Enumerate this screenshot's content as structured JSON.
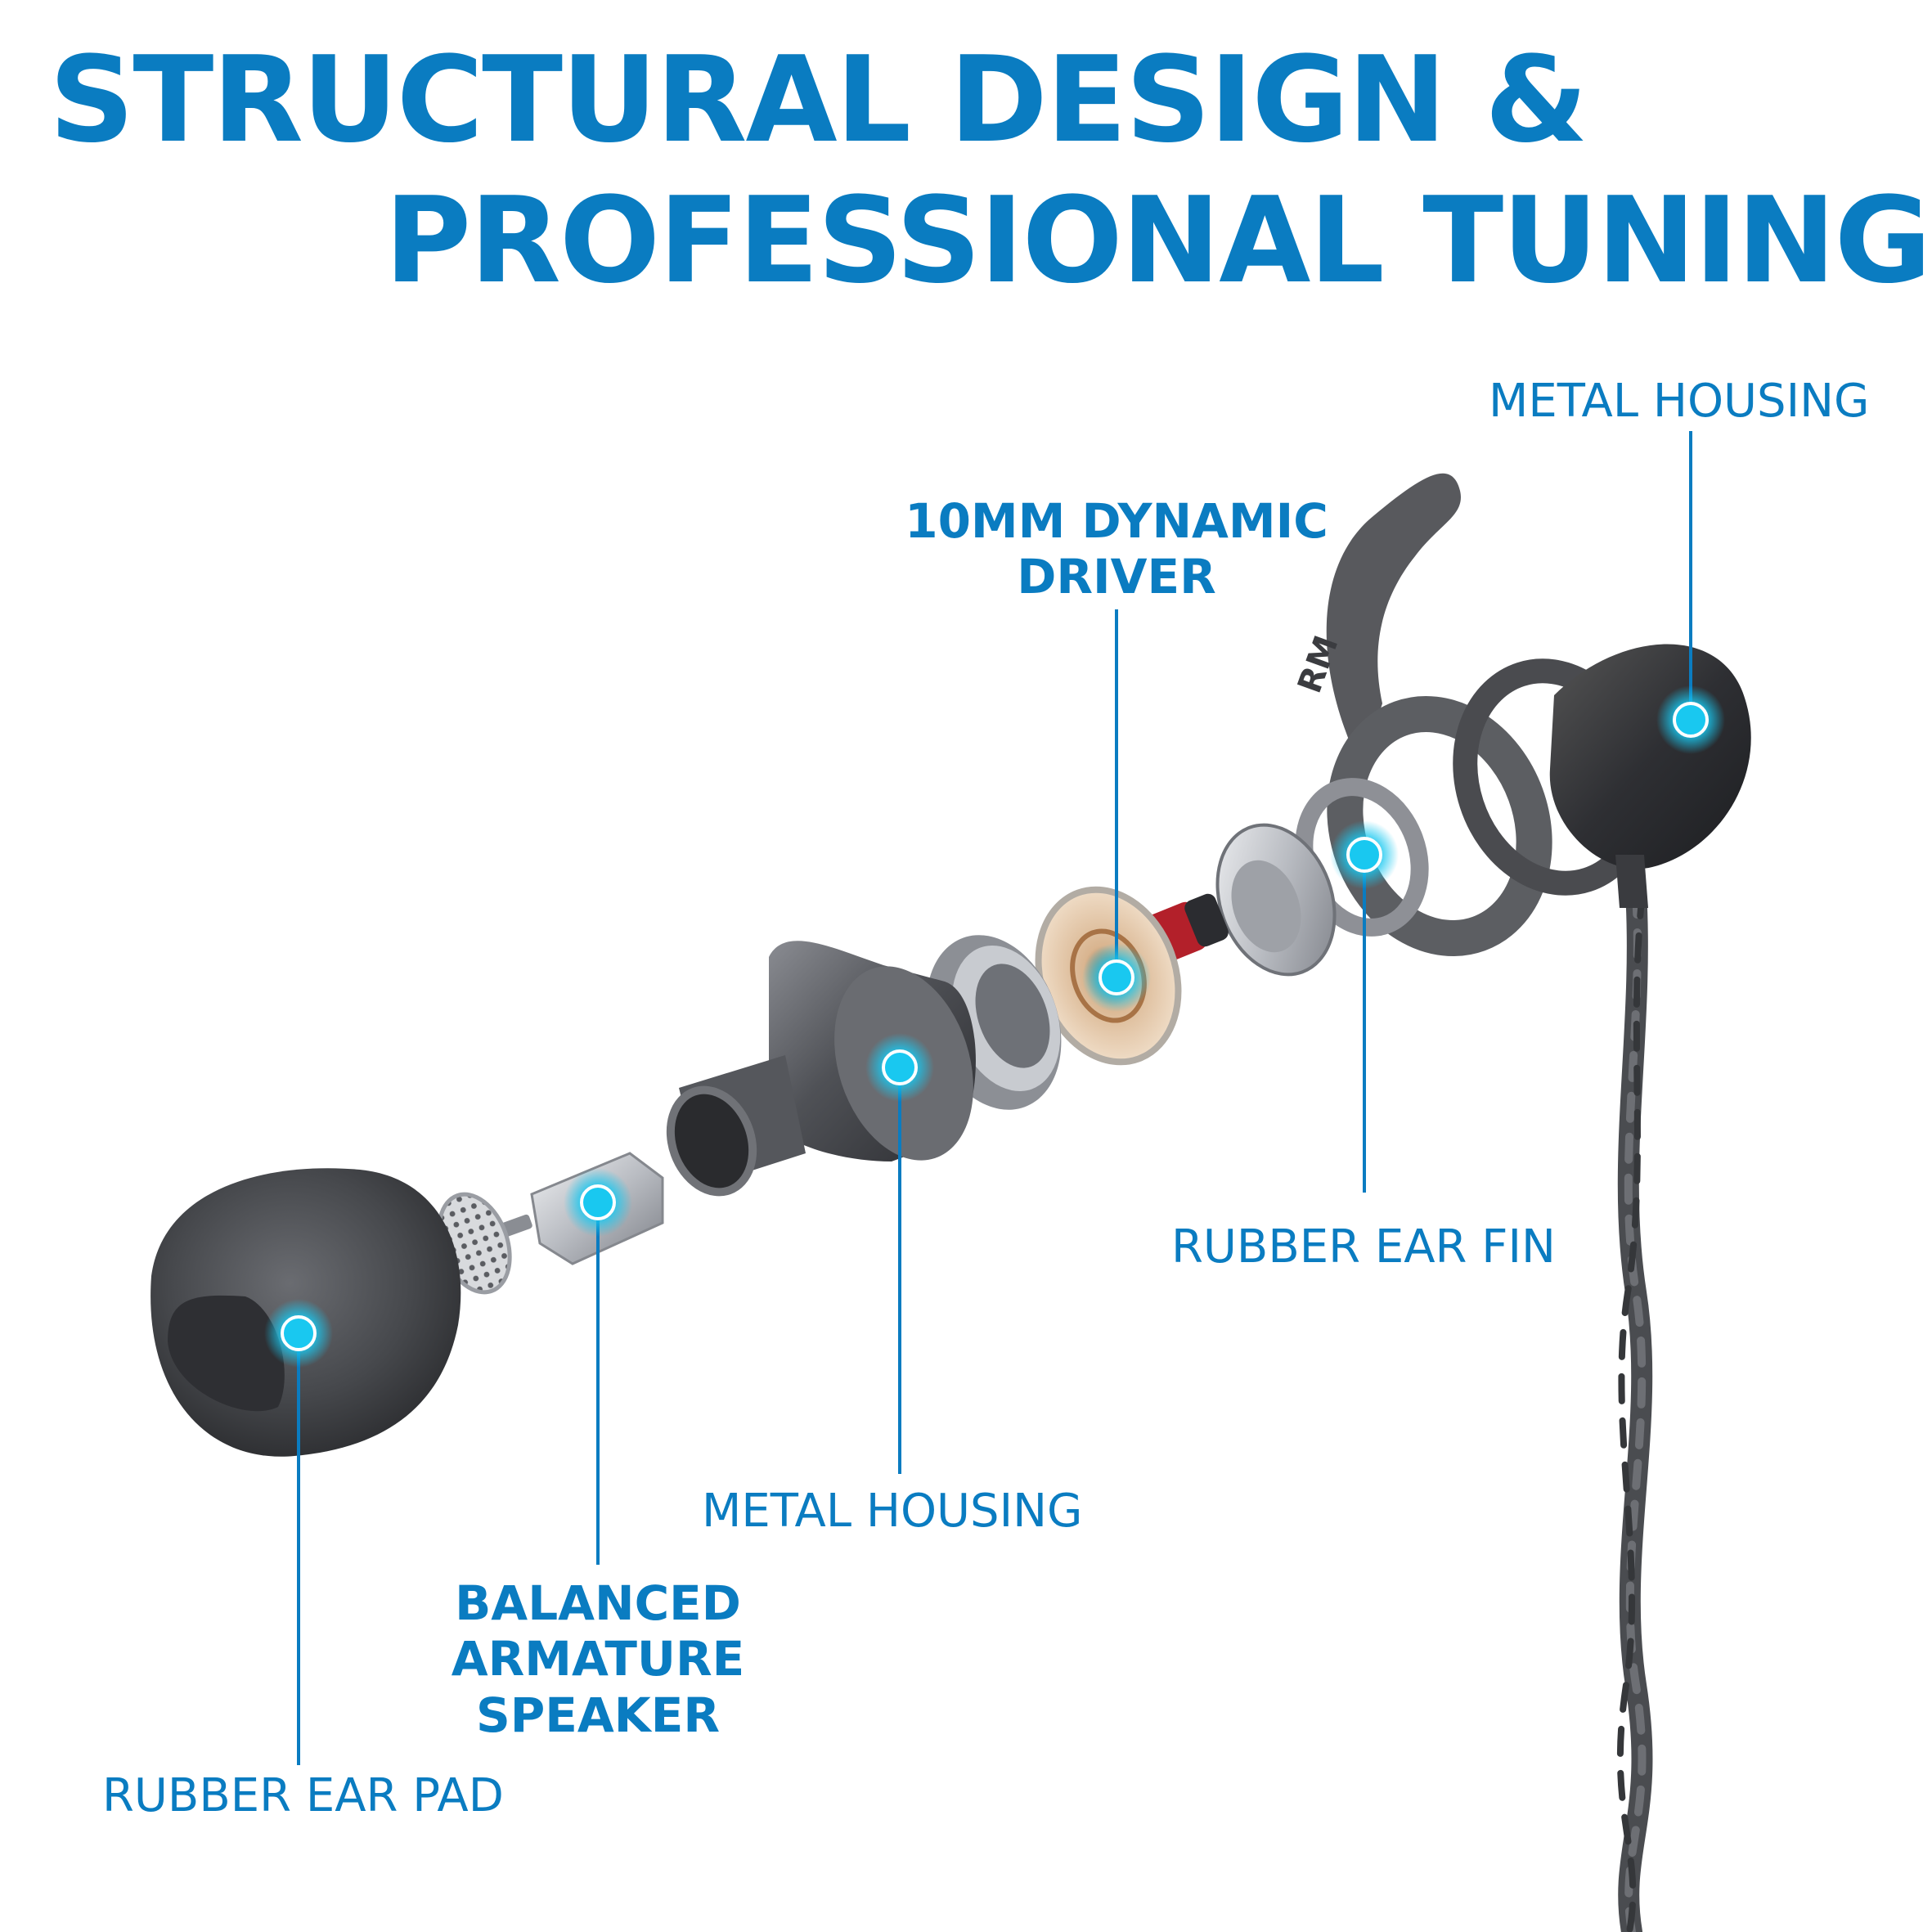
{
  "title": {
    "line1": "STRUCTURAL DESIGN &",
    "line2": "PROFESSIONAL TUNING"
  },
  "callouts": {
    "metal_housing_top": "METAL HOUSING",
    "dynamic_driver": [
      "10MM DYNAMIC",
      "DRIVER"
    ],
    "rubber_ear_fin": "RUBBER EAR FIN",
    "metal_housing_bottom": "METAL HOUSING",
    "balanced_armature": [
      "BALANCED",
      "ARMATURE",
      "SPEAKER"
    ],
    "rubber_ear_pad": "RUBBER EAR PAD"
  },
  "product_marking": "RM",
  "colors": {
    "accent": "#0a7cc1",
    "glow": "#19c8f0",
    "part_dark": "#3e3f43",
    "part_mid": "#5b5d62",
    "driver_gold": "#c9a37a",
    "driver_red": "#b3202a",
    "background": "#ffffff"
  },
  "icons": [
    "hotspot-icon"
  ]
}
